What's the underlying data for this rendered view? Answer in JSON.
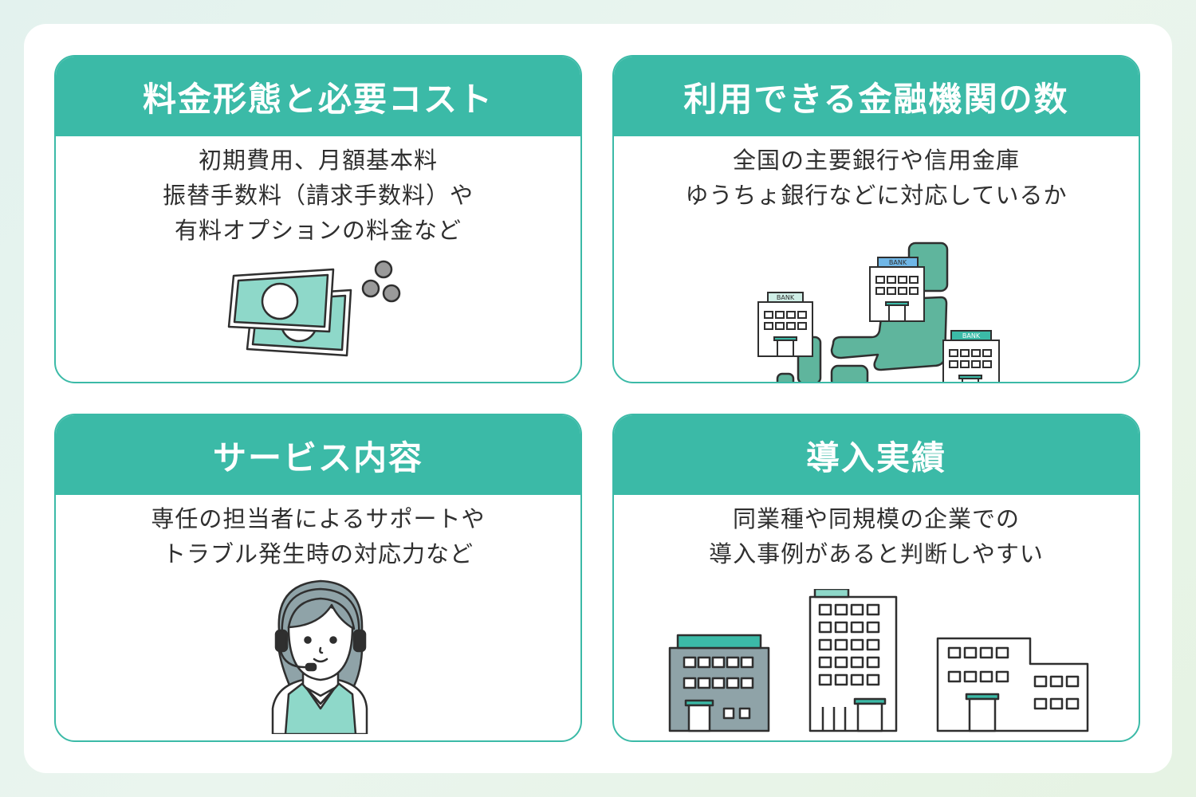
{
  "cards": [
    {
      "title": "料金形態と必要コスト",
      "lines": [
        "初期費用、月額基本料",
        "振替手数料（請求手数料）や",
        "有料オプションの料金など"
      ],
      "icon": "money-icon"
    },
    {
      "title": "利用できる金融機関の数",
      "lines": [
        "全国の主要銀行や信用金庫",
        "ゆうちょ銀行などに対応しているか"
      ],
      "icon": "bank-map-icon",
      "bank_label": "BANK"
    },
    {
      "title": "サービス内容",
      "lines": [
        "専任の担当者によるサポートや",
        "トラブル発生時の対応力など"
      ],
      "icon": "support-operator-icon"
    },
    {
      "title": "導入実績",
      "lines": [
        "同業種や同規模の企業での",
        "導入事例があると判断しやすい"
      ],
      "icon": "office-buildings-icon"
    }
  ],
  "colors": {
    "accent": "#3bbaa7",
    "light_accent": "#8ed8c9",
    "dark_line": "#2f2f2f",
    "map_fill": "#5fb59d",
    "building_gray": "#8fa3a8"
  }
}
